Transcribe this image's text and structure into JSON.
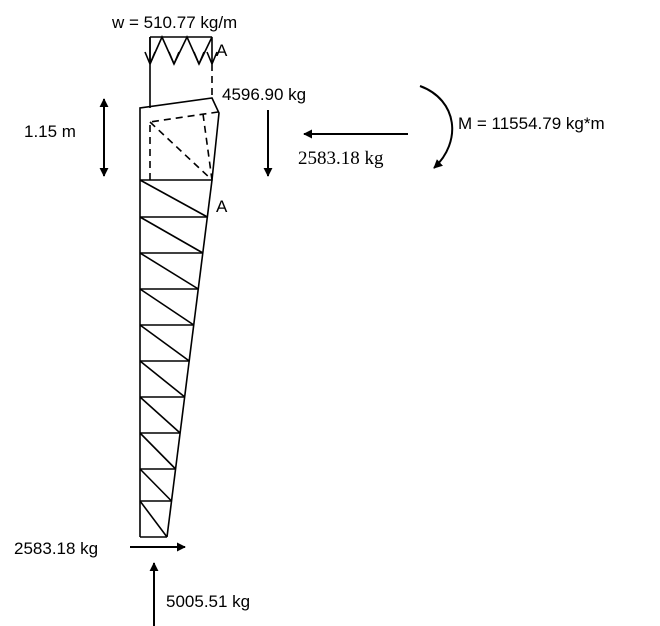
{
  "labels": {
    "distributed_load": "w = 510.77 kg/m",
    "section_mark_top": "A",
    "section_mark_bottom": "A",
    "vertical_force": "4596.90 kg",
    "horizontal_force": "2583.18 kg",
    "moment": "M = 11554.79 kg*m",
    "height": "1.15 m",
    "base_horizontal_reaction": "2583.18 kg",
    "base_vertical_reaction": "5005.51 kg"
  }
}
